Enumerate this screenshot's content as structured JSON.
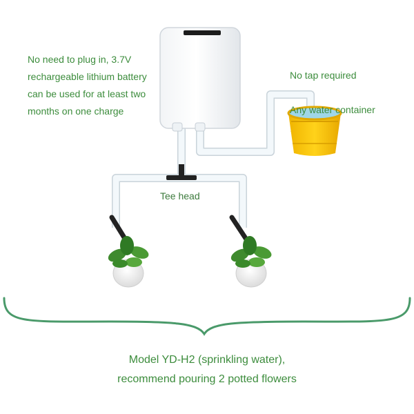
{
  "notes": {
    "battery": "No need to plug in, 3.7V\nrechargeable lithium battery\ncan be used for at least two\nmonths on one charge",
    "tap_line1": "No tap required",
    "tap_line2": "Any water container",
    "tee_head": "Tee head"
  },
  "caption": {
    "line1": "Model YD-H2 (sprinkling water),",
    "line2": "recommend pouring 2 potted flowers"
  },
  "colors": {
    "text_green": "#3c8c3c",
    "brace_green": "#4a9a6a",
    "bucket_yellow": "#f5c400",
    "pump_white": "#ffffff",
    "tube": "#eef4f8"
  },
  "icons": [
    "pump-unit-icon",
    "water-bucket-icon",
    "tee-connector-icon",
    "drip-stake-icon",
    "potted-plant-icon",
    "curly-brace-icon"
  ]
}
